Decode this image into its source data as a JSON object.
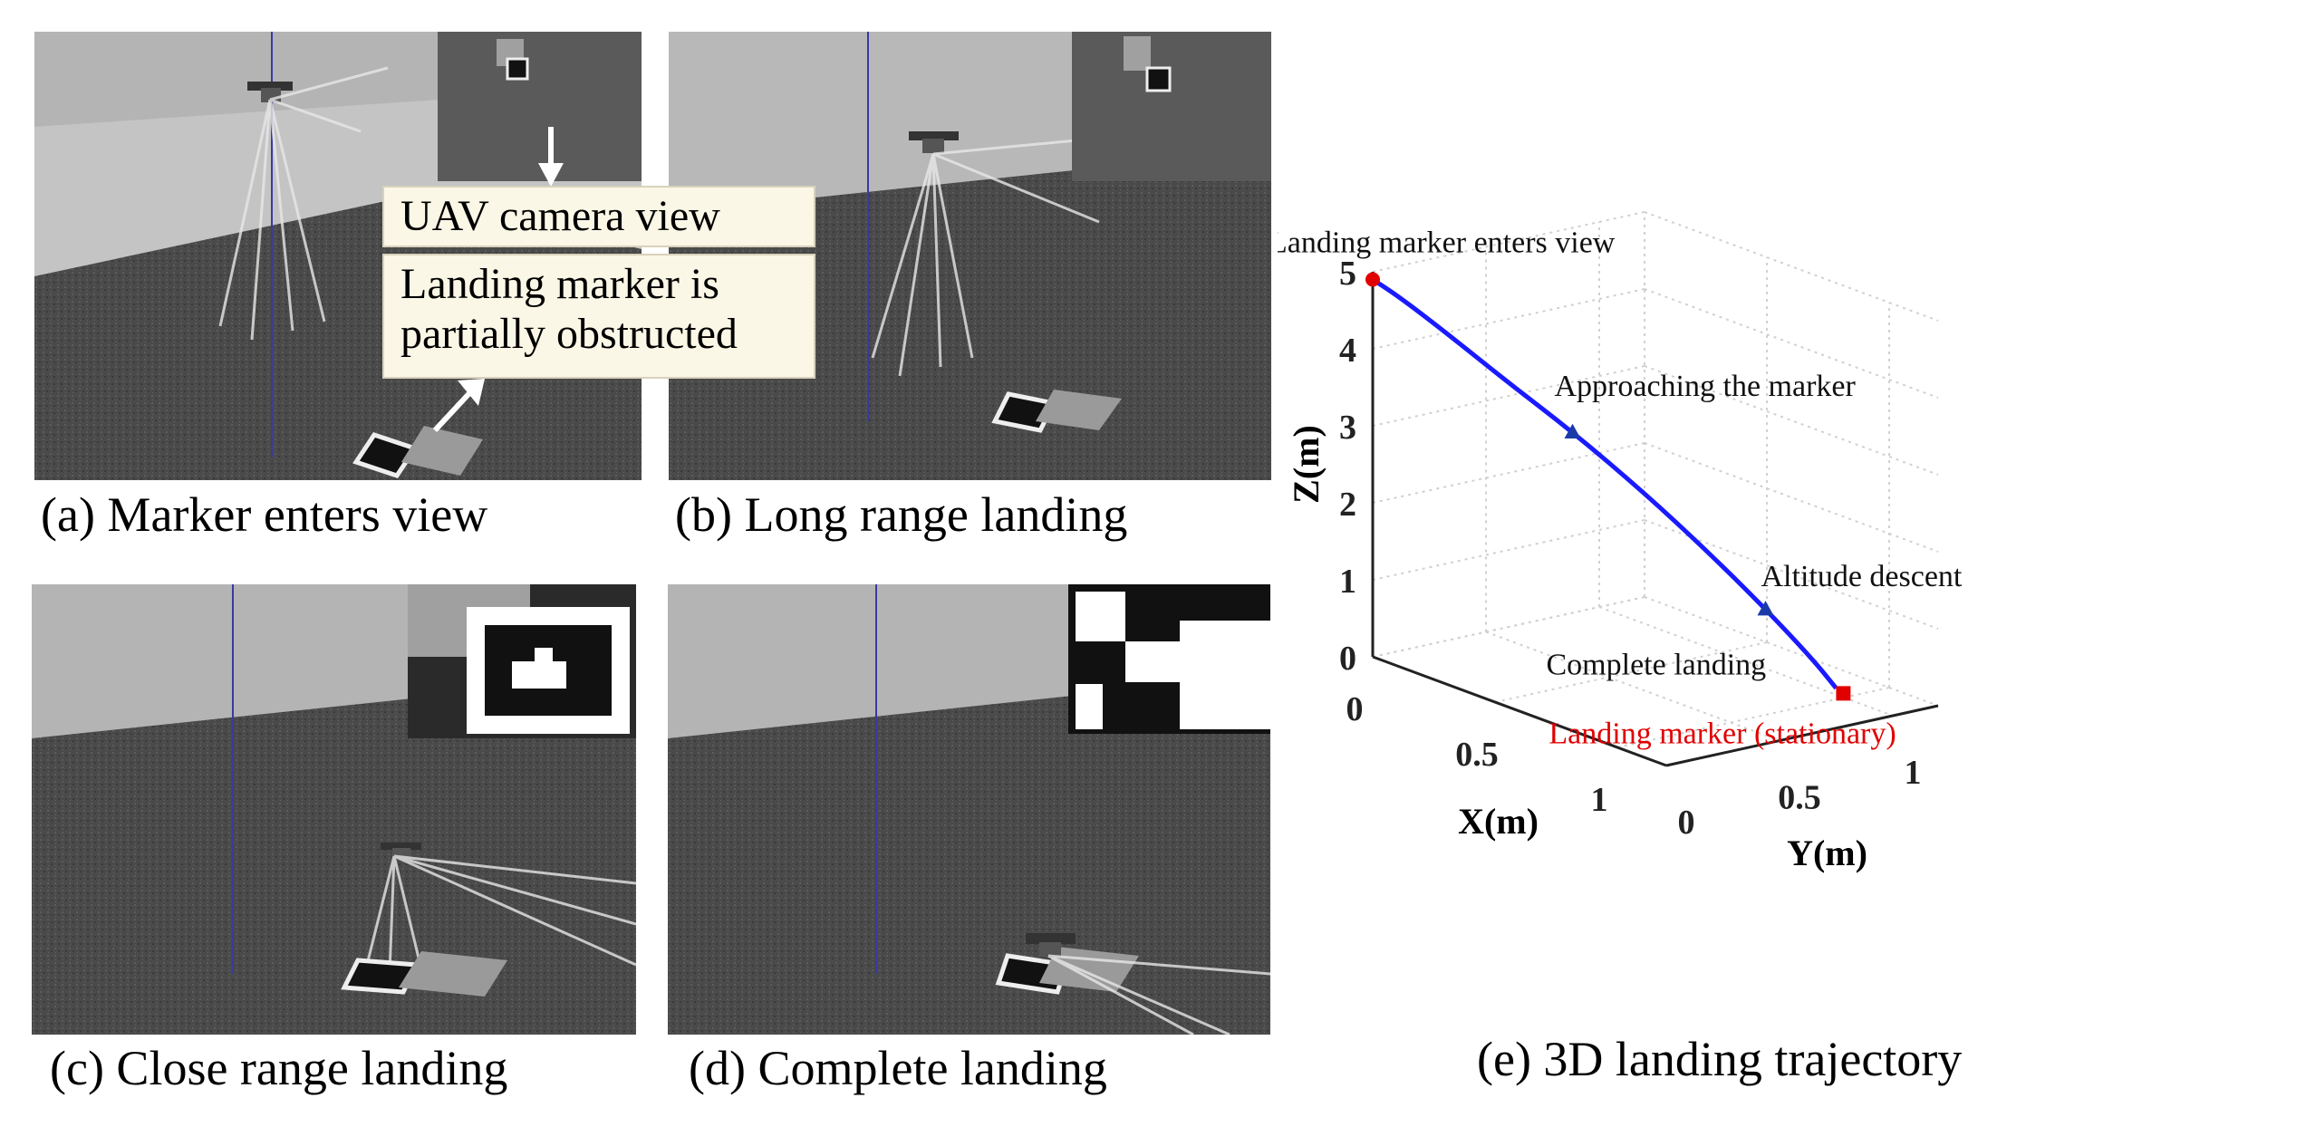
{
  "panels": [
    {
      "id": "a",
      "caption": "(a) Marker enters view"
    },
    {
      "id": "b",
      "caption": "(b) Long range landing"
    },
    {
      "id": "c",
      "caption": "(c) Close range landing"
    },
    {
      "id": "d",
      "caption": "(d) Complete landing"
    },
    {
      "id": "e",
      "caption": "(e) 3D landing trajectory"
    }
  ],
  "callouts": {
    "camera_view": "UAV camera view",
    "obstructed_line1": "Landing marker is",
    "obstructed_line2": "partially obstructed"
  },
  "colors": {
    "trajectory": "#1a1aff",
    "start_marker": "#e00000",
    "landing_marker": "#e00000",
    "waypoint_marker": "#1a3aa8",
    "grid": "#d0d0d0",
    "callout_bg": "#fbf7e6",
    "ground": "#4a4a4a",
    "sky": "#bdbdbd"
  },
  "chart_data": {
    "type": "line3d",
    "xlabel": "X(m)",
    "ylabel": "Y(m)",
    "zlabel": "Z(m)",
    "xlim": [
      0,
      1.2
    ],
    "ylim": [
      0,
      1.2
    ],
    "zlim": [
      0,
      5
    ],
    "xticks": [
      "0",
      "0.5",
      "1"
    ],
    "yticks": [
      "0",
      "0.5",
      "1"
    ],
    "zticks": [
      "0",
      "1",
      "2",
      "3",
      "4",
      "5"
    ],
    "grid": true,
    "trajectory": [
      {
        "x": 0.0,
        "y": 0.0,
        "z": 4.9
      },
      {
        "x": 0.05,
        "y": 0.06,
        "z": 4.7
      },
      {
        "x": 0.14,
        "y": 0.16,
        "z": 4.3
      },
      {
        "x": 0.27,
        "y": 0.3,
        "z": 3.7
      },
      {
        "x": 0.4,
        "y": 0.45,
        "z": 3.1
      },
      {
        "x": 0.55,
        "y": 0.6,
        "z": 2.4
      },
      {
        "x": 0.68,
        "y": 0.74,
        "z": 1.7
      },
      {
        "x": 0.8,
        "y": 0.87,
        "z": 1.0
      },
      {
        "x": 0.9,
        "y": 0.97,
        "z": 0.4
      },
      {
        "x": 0.95,
        "y": 1.02,
        "z": 0.05
      }
    ],
    "annotations": [
      {
        "label": "Landing marker enters view",
        "x": 0.0,
        "y": 0.0,
        "z": 4.9,
        "marker": "circle"
      },
      {
        "label": "Approaching the marker",
        "x": 0.4,
        "y": 0.45,
        "z": 3.1,
        "marker": "triangle"
      },
      {
        "label": "Altitude descent",
        "x": 0.8,
        "y": 0.87,
        "z": 1.0,
        "marker": "triangle"
      },
      {
        "label": "Complete landing",
        "x": 0.95,
        "y": 1.02,
        "z": 0.05,
        "marker": "none"
      }
    ],
    "landing_marker": {
      "label": "Landing marker (stationary)",
      "x": 0.97,
      "y": 1.03,
      "z": 0.0
    }
  }
}
